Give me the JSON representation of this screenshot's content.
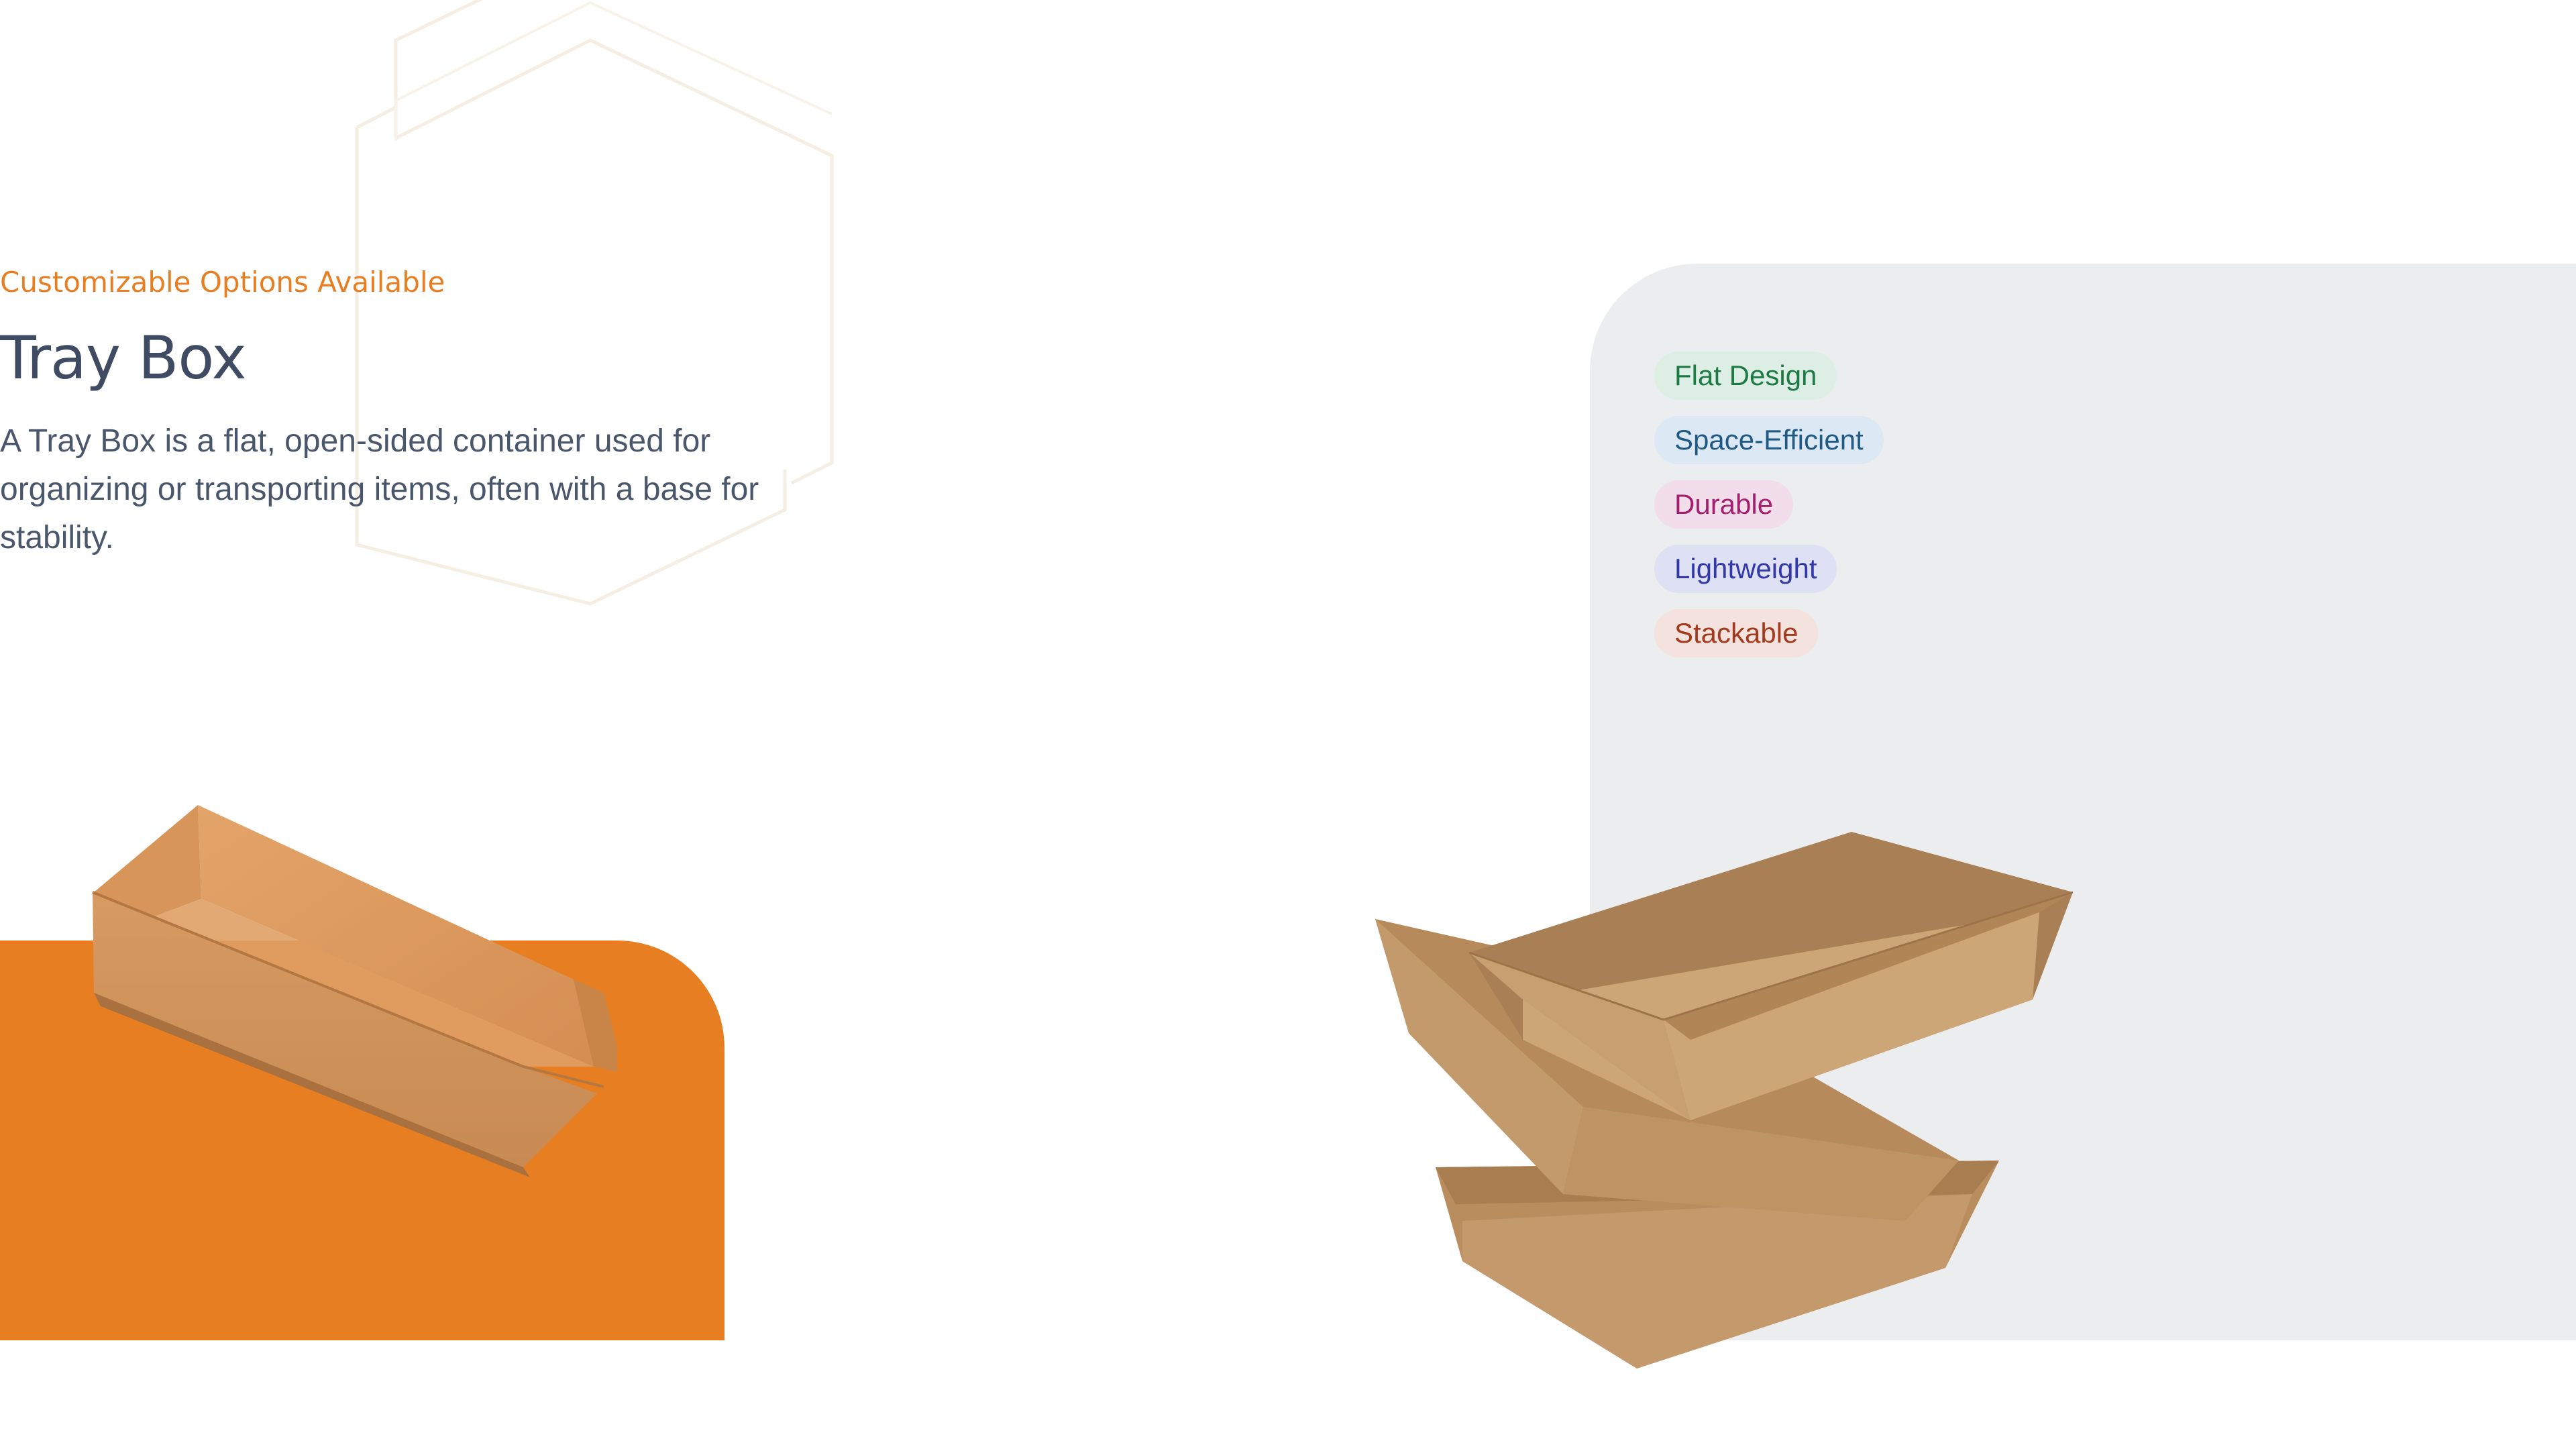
{
  "hero": {
    "eyebrow": "Customizable Options Available",
    "title": "Tray Box",
    "description": "A Tray Box is a flat, open-sided container used for organizing or transporting items, often with a base for stability."
  },
  "features": [
    {
      "label": "Flat Design",
      "text_color": "#1E7A45",
      "bg_color": "#DDEFE5"
    },
    {
      "label": "Space-Efficient",
      "text_color": "#1F5A86",
      "bg_color": "#DCE8F4"
    },
    {
      "label": "Durable",
      "text_color": "#A3206E",
      "bg_color": "#F2DEEB"
    },
    {
      "label": "Lightweight",
      "text_color": "#3338A8",
      "bg_color": "#DEE1F3"
    },
    {
      "label": "Stackable",
      "text_color": "#A33A1E",
      "bg_color": "#F3E2DD"
    }
  ],
  "colors": {
    "accent": "#E77F22",
    "title": "#3F4B62",
    "panel_grey": "#ECEDEF",
    "kraft": "#C49A6C"
  },
  "images": {
    "left_product": "single-kraft-tray-box",
    "right_product": "stacked-kraft-tray-boxes"
  }
}
